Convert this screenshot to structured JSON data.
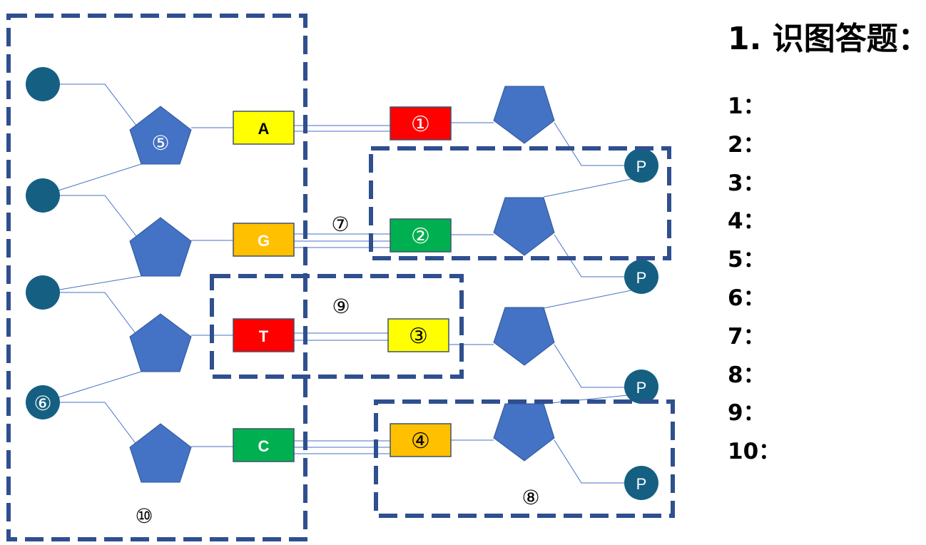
{
  "question": {
    "title": "1. 识图答题：",
    "items": [
      "1：",
      "2：",
      "3：",
      "4：",
      "5：",
      "6：",
      "7：",
      "8：",
      "9：",
      "10："
    ]
  },
  "diagram": {
    "colors": {
      "phosphate": "#156082",
      "sugar": "#4472C4",
      "sugar_stroke": "#2F5597",
      "dashed": "#2F4F8F",
      "line": "#4472C4",
      "yellow": "#FFFF00",
      "orange": "#FFC000",
      "red": "#FF0000",
      "green": "#00B050"
    },
    "left_strand": {
      "bases": [
        {
          "label": "A",
          "color": "yellow"
        },
        {
          "label": "G",
          "color": "orange"
        },
        {
          "label": "T",
          "color": "red"
        },
        {
          "label": "C",
          "color": "green"
        }
      ],
      "sugar_labels": [
        "⑤",
        "",
        "",
        ""
      ],
      "phosphate_labels": [
        "",
        "",
        "",
        "⑥"
      ]
    },
    "right_strand": {
      "bases": [
        {
          "label": "①",
          "color": "red"
        },
        {
          "label": "②",
          "color": "green"
        },
        {
          "label": "③",
          "color": "yellow"
        },
        {
          "label": "④",
          "color": "orange"
        }
      ],
      "phosphate_labels": [
        "P",
        "P",
        "P",
        "P"
      ]
    },
    "region_labels": {
      "seven": "⑦",
      "eight": "⑧",
      "nine": "⑨",
      "ten": "⑩"
    }
  }
}
